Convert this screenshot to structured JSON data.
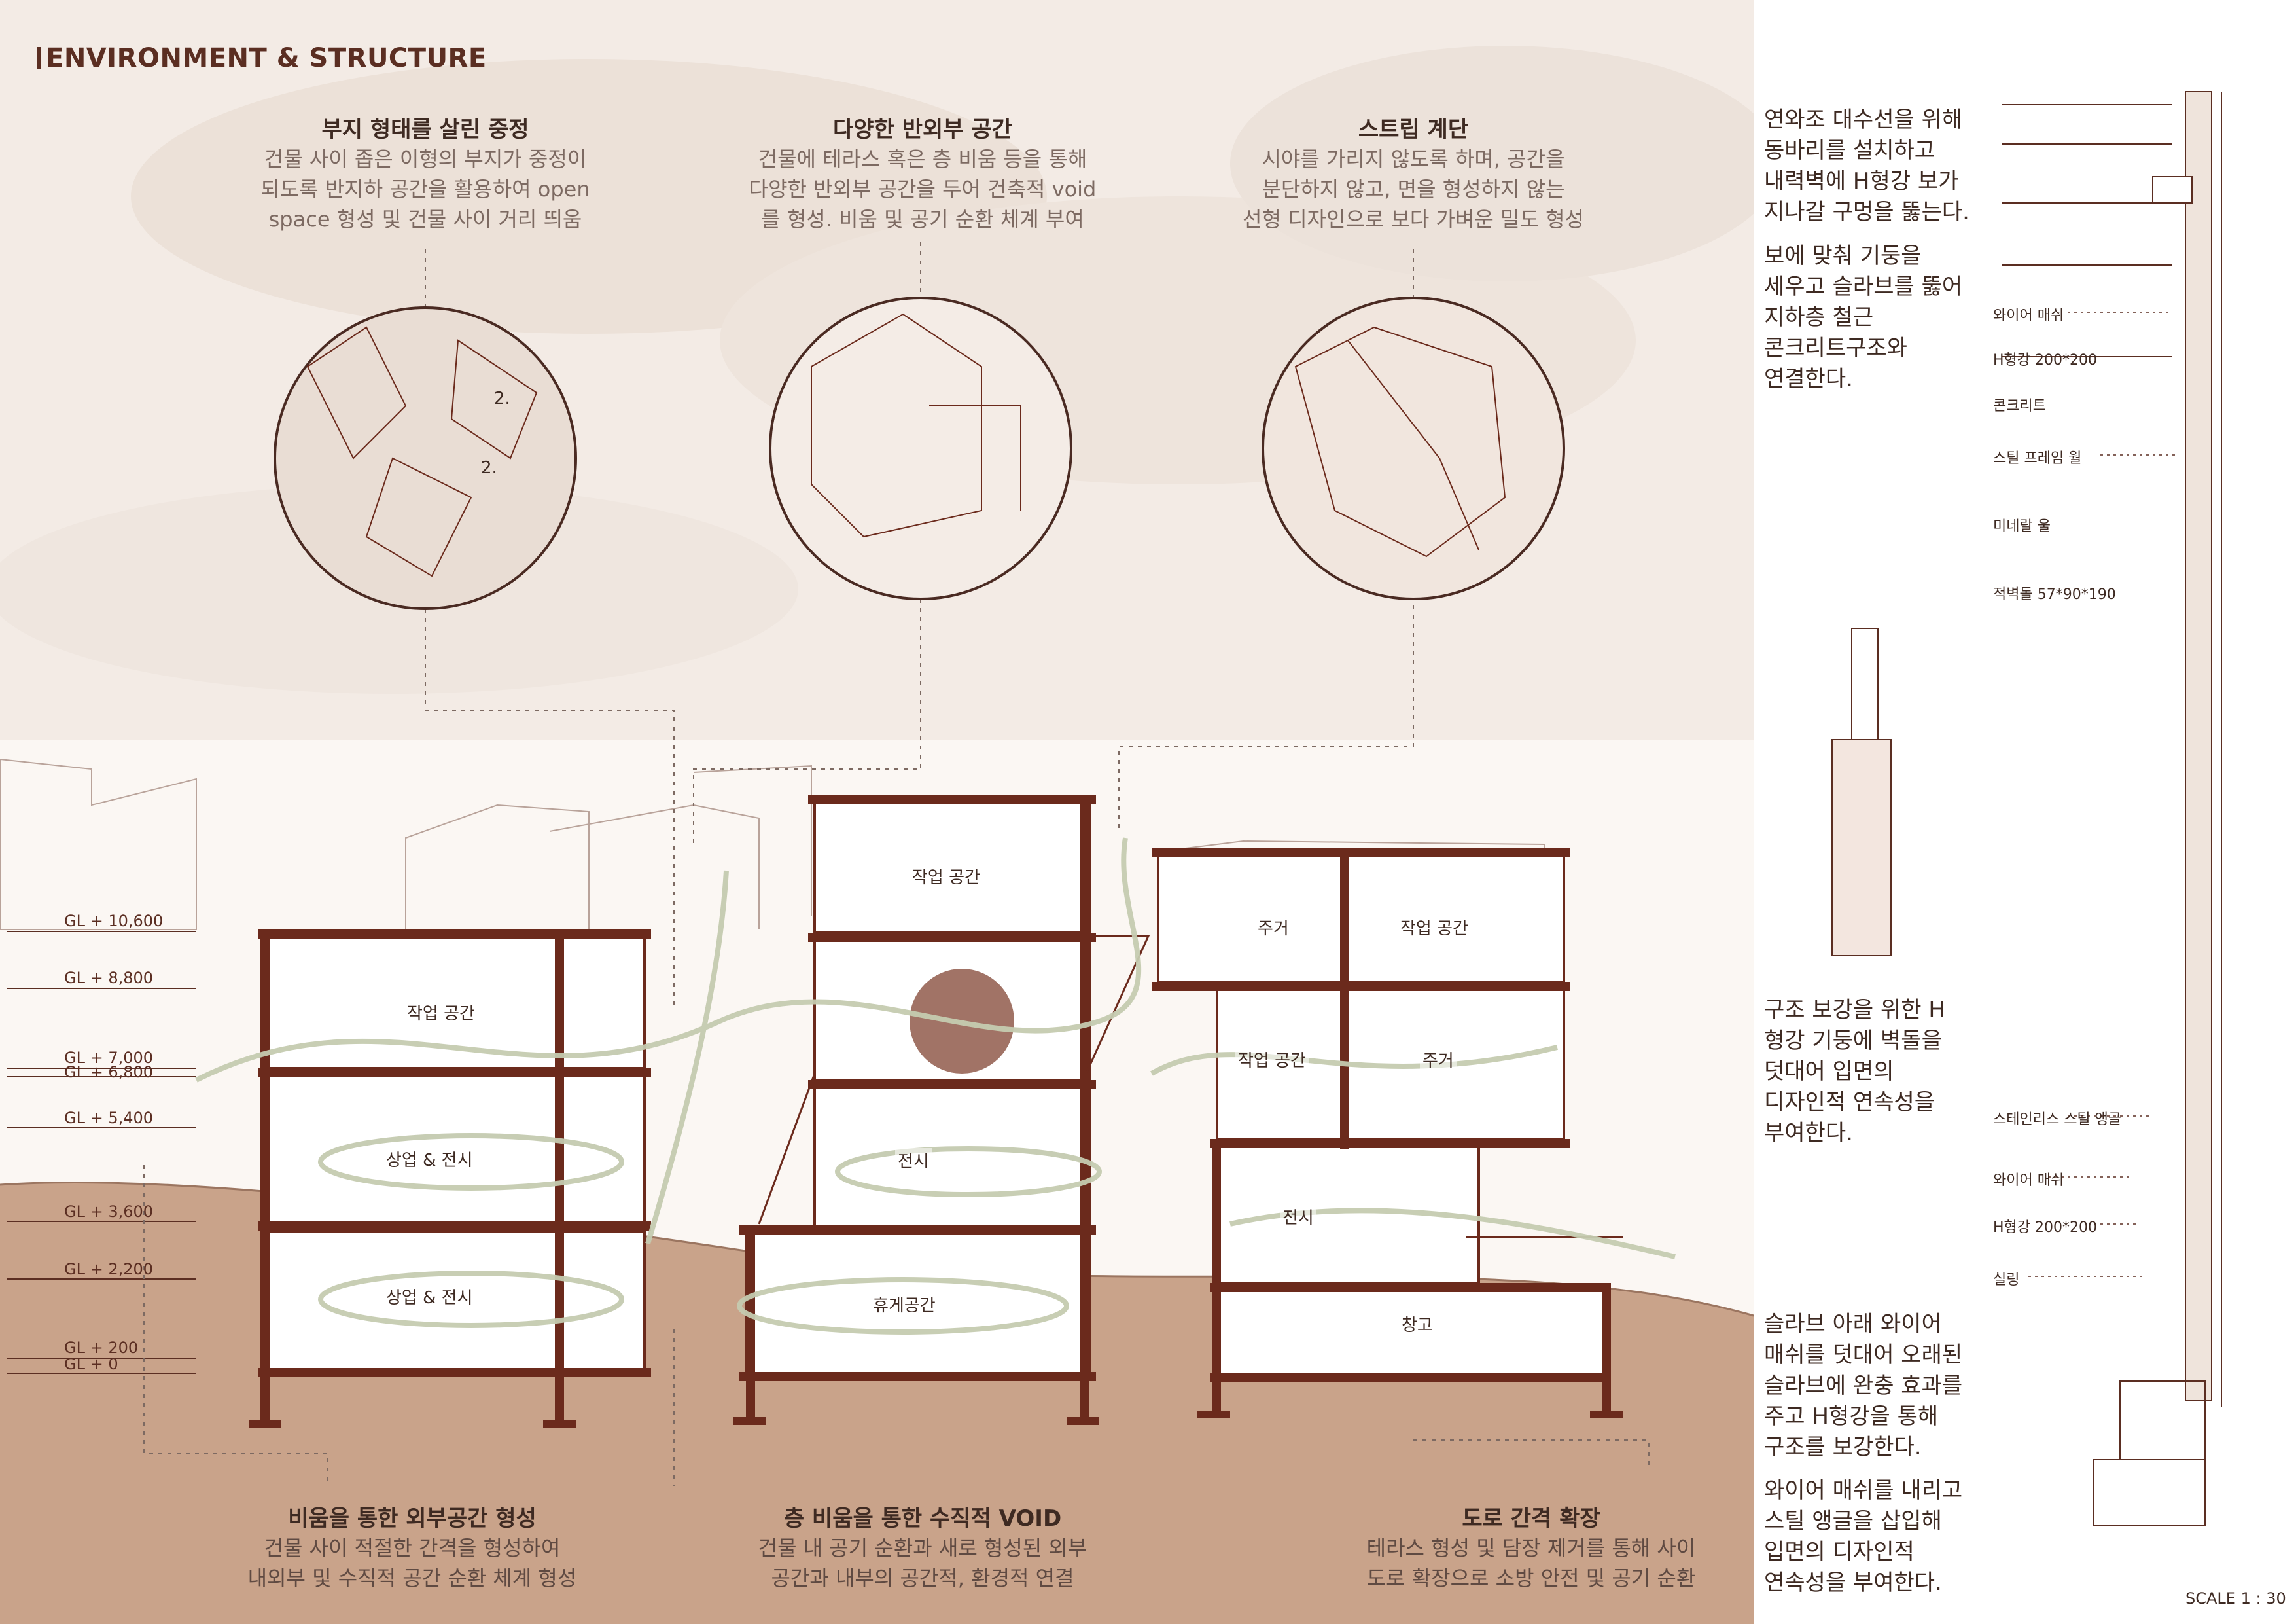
{
  "title": "ENVIRONMENT & STRUCTURE",
  "top_captions": [
    {
      "heading": "부지 형태를 살린 중정",
      "body": "건물 사이 좁은 이형의 부지가 중정이\n되도록 반지하 공간을 활용하여 open\nspace 형성 및 건물 사이 거리 띄움"
    },
    {
      "heading": "다양한 반외부 공간",
      "body": "건물에 테라스 혹은 층 비움 등을 통해\n다양한 반외부 공간을 두어 건축적 void\n를 형성. 비움 및 공기 순환 체계 부여"
    },
    {
      "heading": "스트립 계단",
      "body": "시야를 가리지 않도록 하며, 공간을\n분단하지 않고, 면을 형성하지 않는\n선형 디자인으로 보다 가벼운 밀도 형성"
    }
  ],
  "bottom_captions": [
    {
      "heading": "비움을 통한 외부공간 형성",
      "body": "건물 사이 적절한 간격을 형성하여\n내외부 및 수직적 공간 순환 체계 형성"
    },
    {
      "heading": "층 비움을 통한 수직적 VOID",
      "body": "건물 내 공기 순환과 새로 형성된 외부\n공간과 내부의 공간적, 환경적 연결"
    },
    {
      "heading": "도로 간격 확장",
      "body": "테라스 형성 및 담장 제거를 통해 사이\n도로 확장으로 소방 안전 및 공기 순환"
    }
  ],
  "levels": [
    "GL + 10,600",
    "GL + 8,800",
    "GL + 7,000",
    "GL + 6,800",
    "GL + 5,400",
    "GL + 3,600",
    "GL + 2,200",
    "GL + 200",
    "GL + 0"
  ],
  "rooms": [
    "작업 공간",
    "상업 & 전시",
    "상업 & 전시",
    "작업 공간",
    "전시",
    "휴게공간",
    "주거",
    "작업 공간",
    "작업 공간",
    "주거",
    "전시",
    "창고"
  ],
  "circle_labels": [
    "2.",
    "2."
  ],
  "right_notes": [
    "연와조 대수선을 위해\n동바리를 설치하고\n내력벽에 H형강 보가\n지나갈 구멍을 뚫는다.",
    "보에 맞춰 기둥을\n세우고 슬라브를 뚫어\n지하층 철근\n콘크리트구조와\n연결한다.",
    "구조 보강을 위한 H\n형강 기둥에 벽돌을\n덧대어 입면의\n디자인적 연속성을\n부여한다.",
    "슬라브 아래 와이어\n매쉬를 덧대어 오래된\n슬라브에 완충 효과를\n주고 H형강을 통해\n구조를 보강한다.",
    "와이어 매쉬를 내리고\n스틸 앵글을 삽입해\n입면의 디자인적\n연속성을 부여한다."
  ],
  "detail_labels_top": [
    "와이어 매쉬",
    "H형강 200*200",
    "콘크리트",
    "스틸 프레임 월",
    "미네랄 울",
    "적벽돌 57*90*190"
  ],
  "detail_labels_bottom": [
    "스테인리스 스틸 앵글",
    "와이어 매쉬",
    "H형강 200*200",
    "실링"
  ],
  "scale": "SCALE 1 : 30",
  "colors": {
    "structure": "#6b2a1c",
    "ground": "#c9a38a",
    "sky": "#efe4dc",
    "airflow": "#c5cbb0",
    "accent": "#5b2e22"
  }
}
